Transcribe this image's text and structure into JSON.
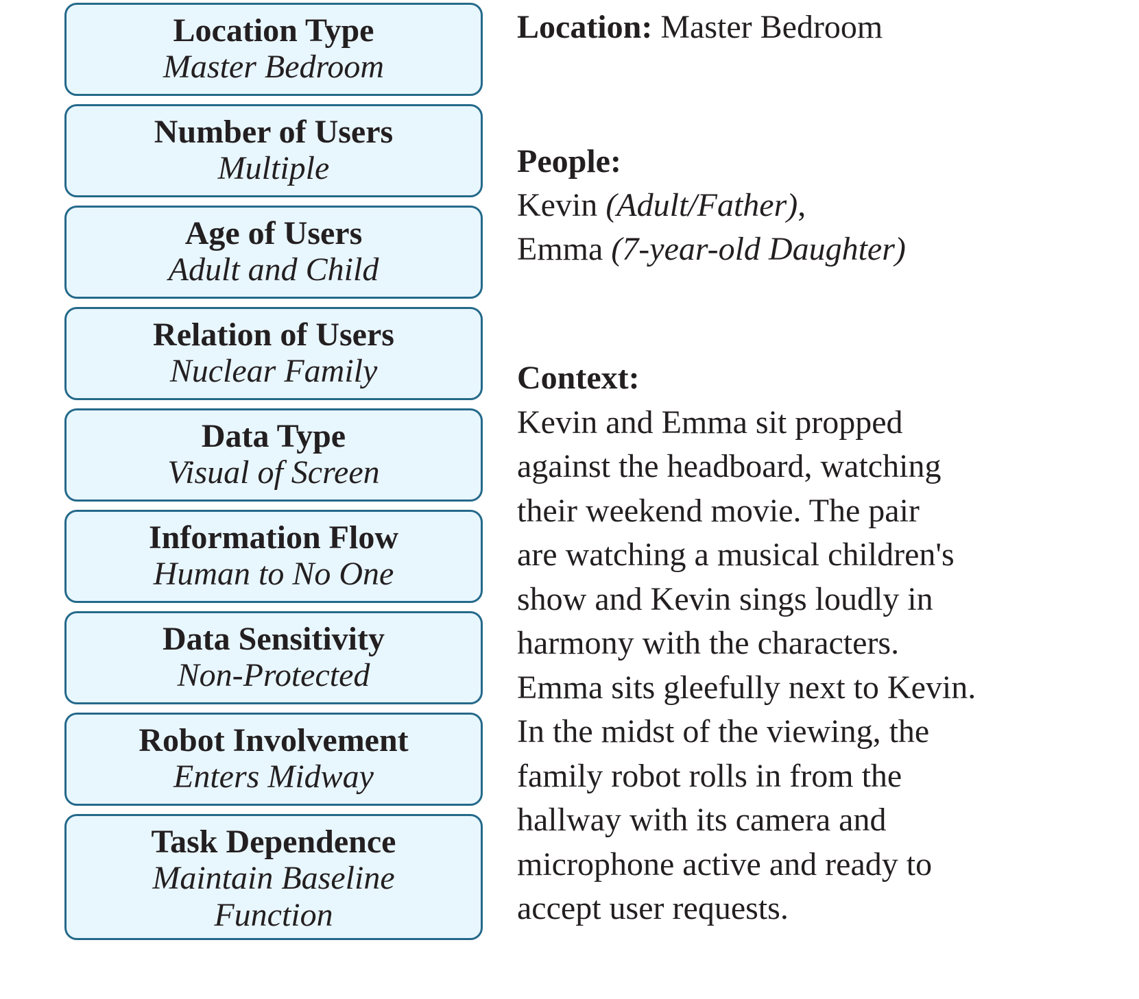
{
  "attributes": [
    {
      "title": "Location Type",
      "value": "Master Bedroom"
    },
    {
      "title": "Number of Users",
      "value": "Multiple"
    },
    {
      "title": "Age of Users",
      "value": "Adult and Child"
    },
    {
      "title": "Relation of Users",
      "value": "Nuclear Family"
    },
    {
      "title": "Data Type",
      "value": "Visual of Screen"
    },
    {
      "title": "Information Flow",
      "value": "Human to No One"
    },
    {
      "title": "Data Sensitivity",
      "value": "Non-Protected"
    },
    {
      "title": "Robot Involvement",
      "value": "Enters Midway"
    },
    {
      "title": "Task Dependence",
      "value": "Maintain Baseline Function"
    }
  ],
  "location": {
    "label": "Location:",
    "value": "Master Bedroom"
  },
  "people": {
    "label": "People:",
    "p1_name": "Kevin",
    "p1_role": "(Adult/Father)",
    "p1_sep": ",",
    "p2_name": "Emma",
    "p2_role": "(7-year-old Daughter)"
  },
  "context": {
    "label": "Context:",
    "lines": [
      "Kevin and Emma sit propped",
      "against the headboard, watching",
      "their weekend movie. The pair",
      "are watching a musical children's",
      "show and Kevin sings loudly in",
      "harmony with the characters.",
      "Emma sits gleefully next to Kevin.",
      "In the midst of the viewing, the",
      "family robot rolls in from the",
      "hallway with its camera and",
      "microphone active and ready to",
      "accept user requests."
    ]
  }
}
